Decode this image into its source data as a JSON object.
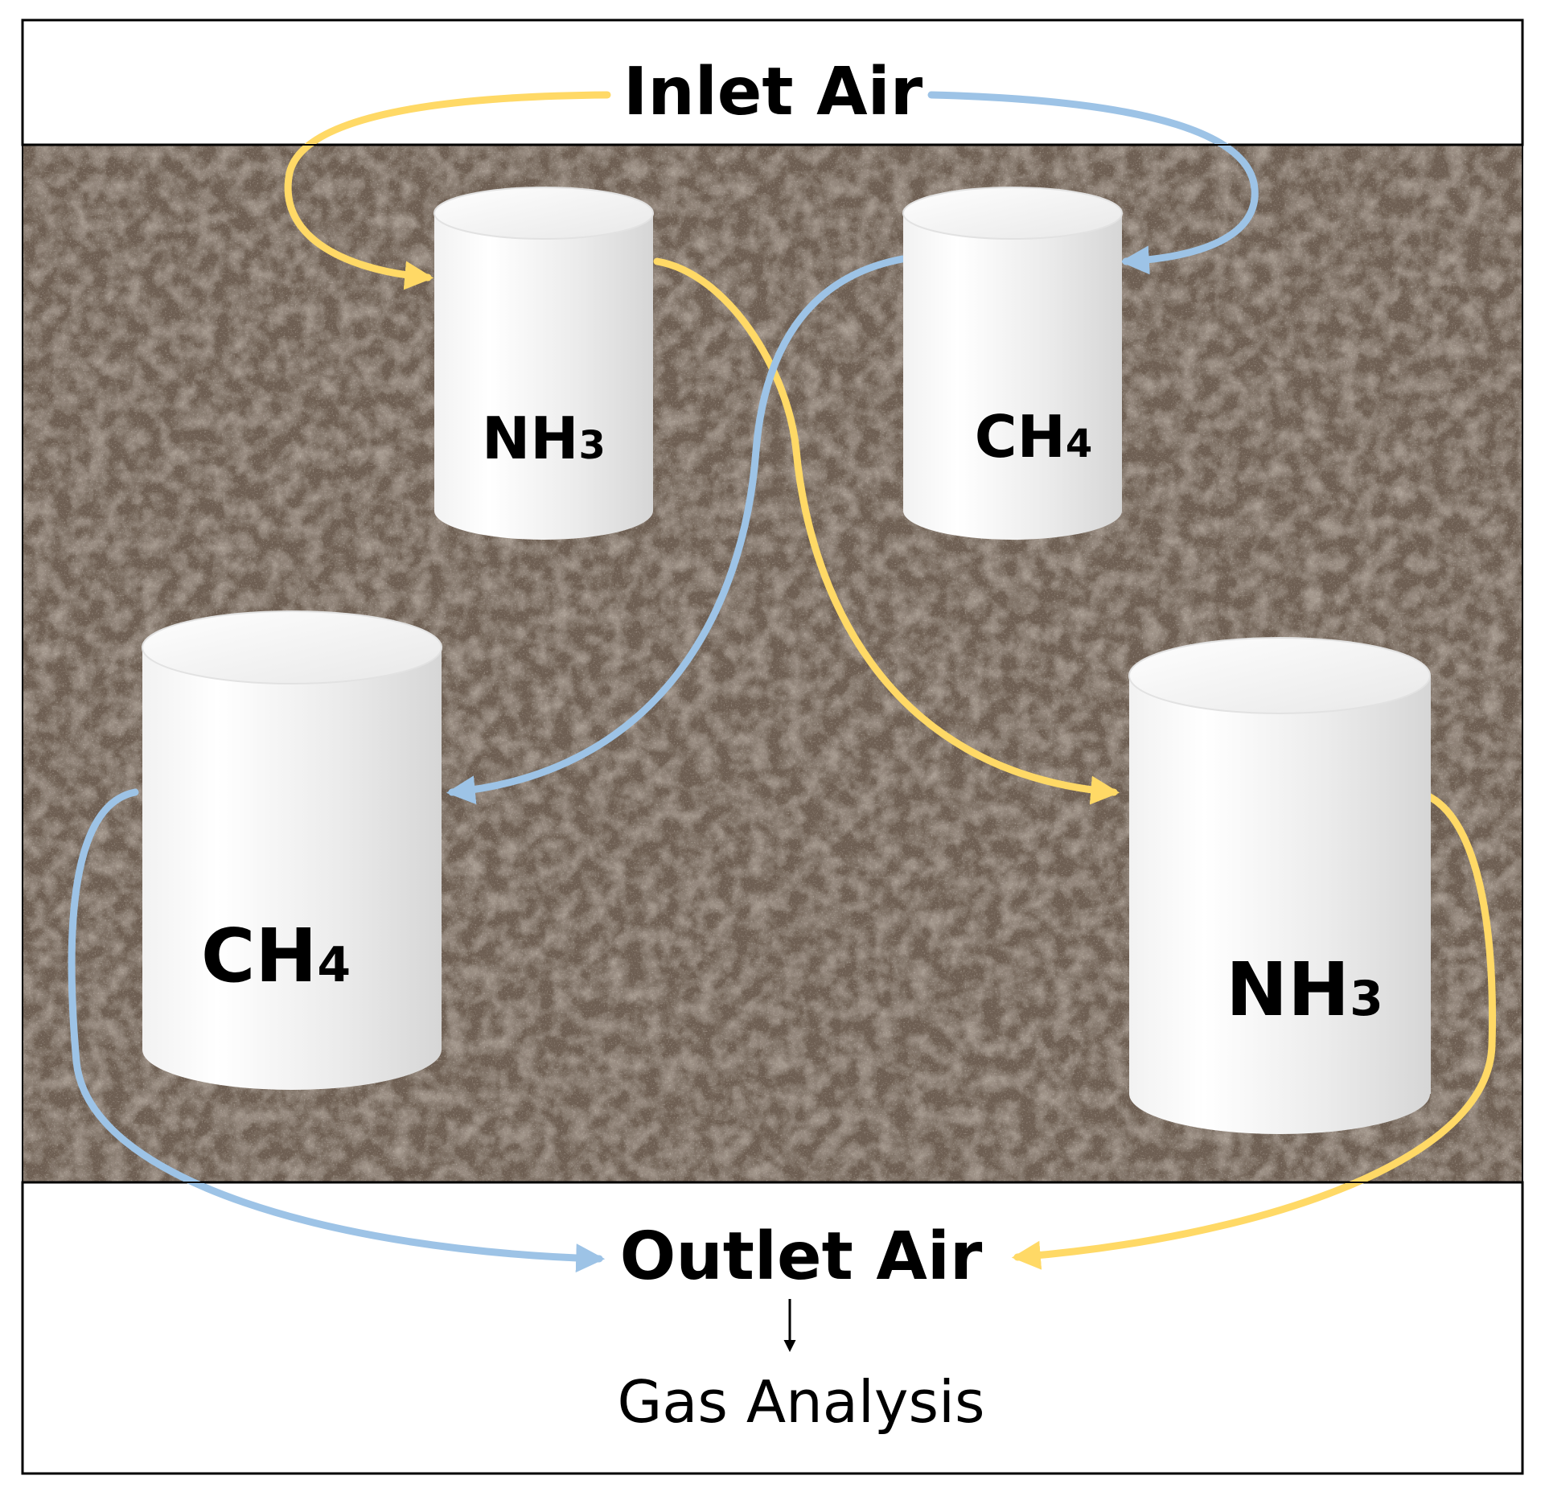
{
  "inlet": {
    "label": "Inlet Air"
  },
  "outlet": {
    "label": "Outlet Air"
  },
  "analysis": {
    "label": "Gas Analysis"
  },
  "chambers": [
    {
      "id": "top-left",
      "gas_main": "NH",
      "gas_sub": "3"
    },
    {
      "id": "top-right",
      "gas_main": "CH",
      "gas_sub": "4"
    },
    {
      "id": "bottom-left",
      "gas_main": "CH",
      "gas_sub": "4"
    },
    {
      "id": "bottom-right",
      "gas_main": "NH",
      "gas_sub": "3"
    }
  ],
  "colors": {
    "nh3_flow": "#ffd966",
    "ch4_flow": "#9dc3e6",
    "soil": "#6e5f52",
    "frame": "#000000",
    "chamber": "#eeeeee"
  }
}
